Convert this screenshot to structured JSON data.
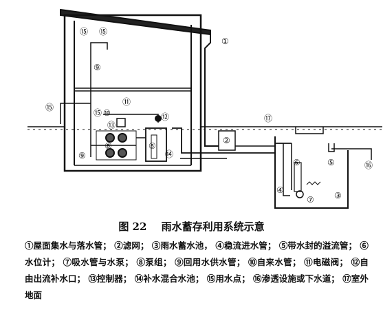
{
  "figure": {
    "number": "图 22",
    "title": "雨水蓄存利用系统示意"
  },
  "labels": {
    "l1": "①",
    "l2": "②",
    "l3": "③",
    "l4": "④",
    "l5": "⑤",
    "l6a": "⑥",
    "l6b": "⑥",
    "l7": "⑦",
    "l8": "⑧",
    "l9a": "⑨",
    "l9b": "⑨",
    "l10": "⑩",
    "l11": "⑪",
    "l12": "⑫",
    "l13": "⑬",
    "l14": "⑭",
    "l15a": "⑮",
    "l15b": "⑮",
    "l15c": "⑮",
    "l15d": "⑮",
    "l16": "⑯",
    "l17": "⑰"
  },
  "legend": [
    "①屋面集水与落水管；",
    "②滤网；",
    "③雨水蓄水池，",
    "④稳流进水管；",
    "⑤带水封的溢流管；",
    "⑥水位计；",
    "⑦吸水管与水泵；",
    "⑧泵组；",
    "⑨回用水供水管；",
    "⑩自来水管；",
    "⑪电磁阀；",
    "⑫自由出流补水口；",
    "⑬控制器；",
    "⑭补水混合水池；",
    "⑮用水点；",
    "⑯渗透设施或下水道；",
    "⑰室外地面"
  ]
}
